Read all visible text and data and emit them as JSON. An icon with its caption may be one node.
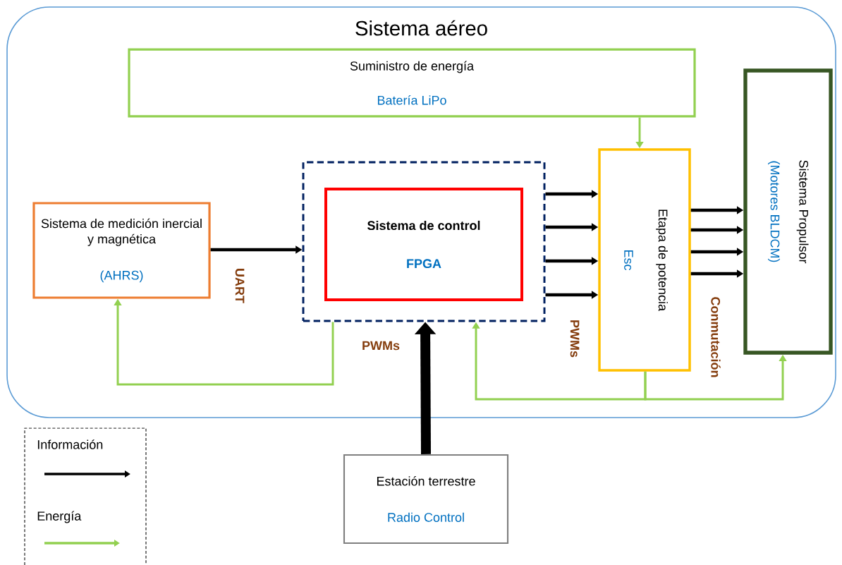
{
  "diagram": {
    "nodes": [
      {
        "text": [
          "Sistema aéreo"
        ]
      },
      {
        "text": [
          "Suministro de energía",
          "Batería LiPo"
        ],
        "in": 0
      },
      {
        "text": [],
        "shape": "box",
        "in": 0
      },
      {
        "text": [
          "Sistema de control",
          "FPGA"
        ],
        "in": 2
      },
      {
        "text": [
          "Sistema de medición inercial y magnética",
          "(AHRS)"
        ],
        "in": 0
      },
      {
        "text": [
          "Etapa de potencia",
          "Esc"
        ],
        "in": 0
      },
      {
        "text": [
          "Sistema Propulsor",
          "(Motores BLDCM)"
        ],
        "in": 0
      },
      {
        "text": [
          "Estación terrestre",
          "Radio Control"
        ]
      }
    ],
    "edges": [
      {
        "from": 4,
        "to": 2,
        "arrow": "to",
        "label": "UART"
      },
      {
        "from": 2,
        "to": 5,
        "arrow": "to"
      },
      {
        "from": 2,
        "to": 5,
        "arrow": "to"
      },
      {
        "from": 2,
        "to": 5,
        "arrow": "to"
      },
      {
        "from": 2,
        "to": 5,
        "arrow": "to",
        "label": "PWMs"
      },
      {
        "from": 5,
        "to": 6,
        "arrow": "to"
      },
      {
        "from": 5,
        "to": 6,
        "arrow": "to"
      },
      {
        "from": 5,
        "to": 6,
        "arrow": "to"
      },
      {
        "from": 5,
        "to": 6,
        "arrow": "to",
        "label": "Conmutación"
      },
      {
        "from": 7,
        "to": 2,
        "arrow": "to",
        "label": "PWMs",
        "style": "thick"
      },
      {
        "from": 1,
        "to": 5,
        "arrow": "to",
        "color": "#92d050"
      },
      {
        "from": 2,
        "to": 4,
        "arrow": "to",
        "color": "#92d050"
      },
      {
        "from": 5,
        "to": 2,
        "arrow": "to",
        "color": "#92d050"
      },
      {
        "from": 5,
        "to": 6,
        "arrow": "to",
        "color": "#92d050"
      }
    ],
    "legend": [
      {
        "text": "Información"
      },
      {
        "text": "Energía"
      }
    ]
  }
}
